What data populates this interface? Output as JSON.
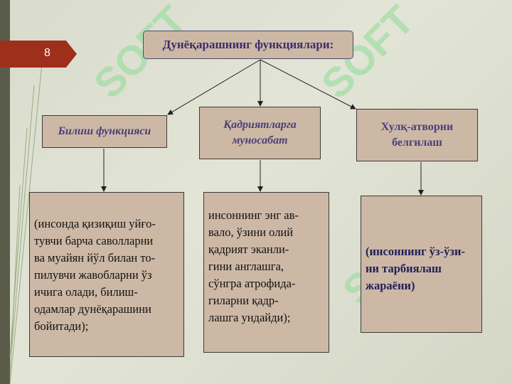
{
  "slide_number": "8",
  "watermark": "SOFT",
  "title": "Дунёқарашнинг функциялари:",
  "functions": [
    {
      "header": "Билиш функцияси",
      "body": "(инсонда қизиқиш уйғо-\nтувчи барча саволларни\nва муайян йўл билан то-\nпилувчи жавобларни ўз\n ичига олади, билиш-\nодамлар дунёқарашини\n бойитади);"
    },
    {
      "header": "Қадриятларга муносабат",
      "body": "инсоннинг энг ав-\nвало, ўзини олий\nқадрият эканли-\nгини англашга,\nсўнгра атрофида-\nгиларни қадр-\nлашга ундайди);"
    },
    {
      "header": "Хулқ-атворни белгилаш",
      "body": "(инсоннинг ўз-ўзи-\nни тарбиялаш\nжараёни)"
    }
  ],
  "colors": {
    "box_fill": "#cdb8a5",
    "header_text": "#4b3f7a",
    "slide_tab": "#9e2f1a"
  }
}
